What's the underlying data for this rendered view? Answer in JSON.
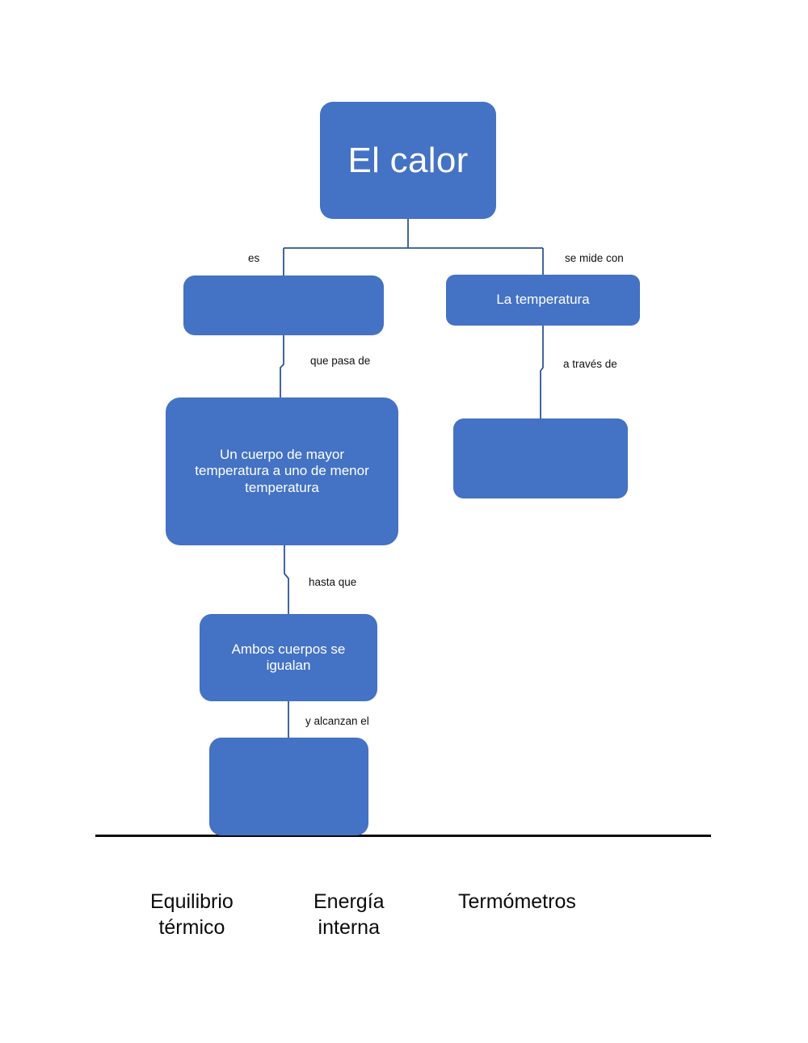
{
  "diagram": {
    "title": "El calor",
    "accent_color": "#4472C4",
    "node_text_color": "#FFFFFF",
    "label_color": "#111111",
    "divider_color": "#0B0B0B",
    "nodes": [
      {
        "id": "title",
        "label": "El calor"
      },
      {
        "id": "energia",
        "label": ""
      },
      {
        "id": "temperatura",
        "label": "La temperatura"
      },
      {
        "id": "cuerpo",
        "label": "Un cuerpo de mayor\ntemperatura a uno de menor\ntemperatura"
      },
      {
        "id": "termometros",
        "label": ""
      },
      {
        "id": "ambos",
        "label": "Ambos cuerpos se\nigualan"
      },
      {
        "id": "equilibrio",
        "label": ""
      }
    ],
    "edge_labels": [
      {
        "id": "es",
        "label": "es"
      },
      {
        "id": "se_mide_con",
        "label": "se mide con"
      },
      {
        "id": "que_pasa_de",
        "label": "que pasa de"
      },
      {
        "id": "a_traves_de",
        "label": "a través de"
      },
      {
        "id": "hasta_que",
        "label": "hasta que"
      },
      {
        "id": "y_alcanzan_el",
        "label": "y alcanzan el"
      }
    ]
  },
  "word_bank": {
    "items": [
      {
        "id": "equilibrio_termico",
        "label": "Equilibrio\ntérmico"
      },
      {
        "id": "energia_interna",
        "label": "Energía\ninterna"
      },
      {
        "id": "termometros",
        "label": "Termómetros"
      }
    ]
  }
}
